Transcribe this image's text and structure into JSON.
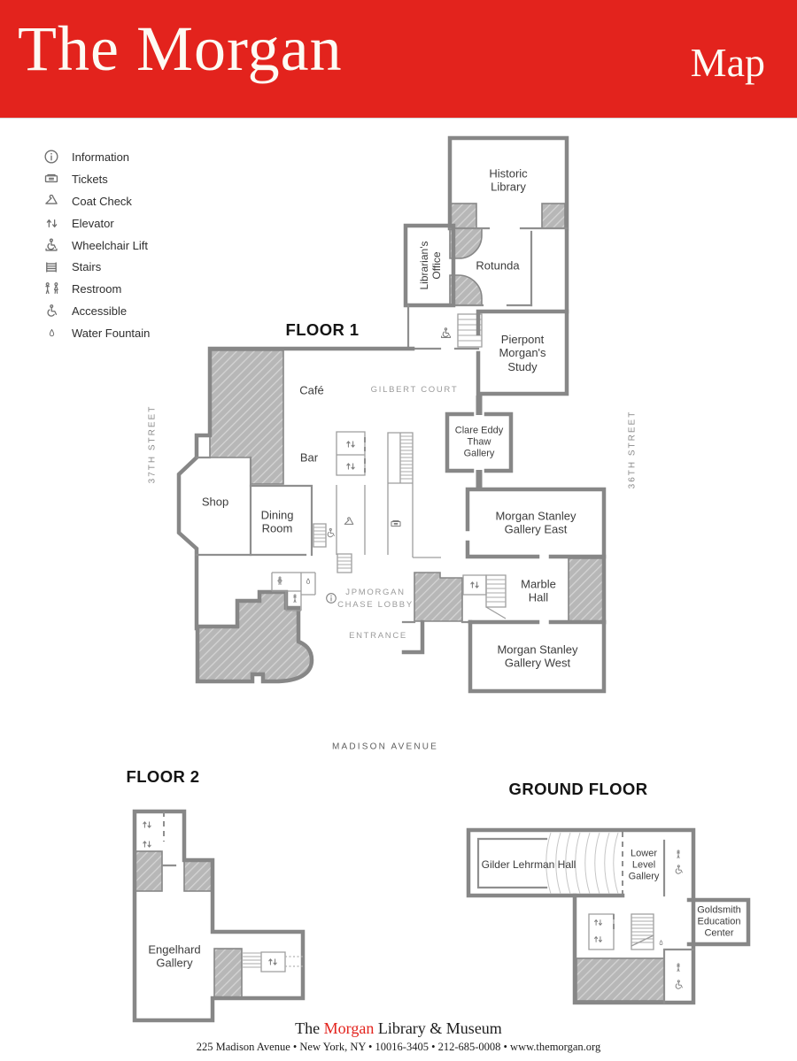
{
  "masthead": {
    "title": "The Morgan",
    "page_label": "Map"
  },
  "colors": {
    "brand_red": "#e3231d",
    "wall_gray": "#878787",
    "hatch_gray": "#b7b7b7"
  },
  "legend": {
    "items": [
      {
        "icon": "info-icon",
        "label": "Information"
      },
      {
        "icon": "tickets-icon",
        "label": "Tickets"
      },
      {
        "icon": "coat-check-icon",
        "label": "Coat Check"
      },
      {
        "icon": "elevator-icon",
        "label": "Elevator"
      },
      {
        "icon": "wheelchair-lift-icon",
        "label": "Wheelchair Lift"
      },
      {
        "icon": "stairs-icon",
        "label": "Stairs"
      },
      {
        "icon": "restroom-icon",
        "label": "Restroom"
      },
      {
        "icon": "accessible-icon",
        "label": "Accessible"
      },
      {
        "icon": "water-fountain-icon",
        "label": "Water Fountain"
      }
    ]
  },
  "floor1": {
    "title": "FLOOR 1",
    "streets": {
      "west": "37TH STREET",
      "east": "36TH STREET",
      "south": "MADISON AVENUE"
    },
    "rooms": {
      "historic_library": "Historic\nLibrary",
      "librarians_office": "Librarian's\nOffice",
      "rotunda": "Rotunda",
      "pierpont_study": "Pierpont\nMorgan's\nStudy",
      "cafe": "Café",
      "gilbert_court": "GILBERT COURT",
      "clare_thaw": "Clare Eddy\nThaw\nGallery",
      "bar": "Bar",
      "shop": "Shop",
      "dining_room": "Dining\nRoom",
      "ms_gallery_east": "Morgan Stanley\nGallery East",
      "marble_hall": "Marble\nHall",
      "ms_gallery_west": "Morgan Stanley\nGallery West",
      "jpmorgan_lobby": "JPMORGAN\nCHASE LOBBY",
      "entrance": "ENTRANCE"
    }
  },
  "floor2": {
    "title": "FLOOR 2",
    "rooms": {
      "engelhard": "Engelhard\nGallery"
    }
  },
  "ground": {
    "title": "GROUND FLOOR",
    "rooms": {
      "gilder": "Gilder Lehrman Hall",
      "lower_level": "Lower\nLevel\nGallery",
      "goldsmith": "Goldsmith\nEducation\nCenter"
    }
  },
  "footer": {
    "line1_prefix": "The ",
    "line1_brand": "Morgan",
    "line1_suffix": " Library & Museum",
    "line2": "225 Madison Avenue • New York, NY • 10016-3405 • 212-685-0008 • www.themorgan.org"
  }
}
